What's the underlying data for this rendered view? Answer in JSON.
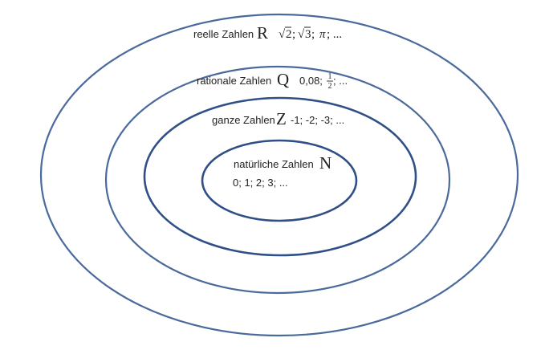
{
  "colors": {
    "outer_ring": "#4a6a9c",
    "inner_ring": "#2f4f86",
    "text": "#222222"
  },
  "sets": {
    "real": {
      "label": "reelle Zahlen",
      "symbol": "R",
      "examples": {
        "sqrt_symbol": "√",
        "sqrt2": "2",
        "sep1": ";",
        "sqrt3": "3",
        "sep2": ";",
        "pi": "π",
        "rest": "; ..."
      }
    },
    "rational": {
      "label": "rationale Zahlen",
      "symbol": "Q",
      "examples": {
        "decimal": "0,08;",
        "frac_num": "1",
        "frac_den": "2",
        "rest": "; ..."
      }
    },
    "integer": {
      "label": "ganze Zahlen",
      "symbol": "Z",
      "examples": "-1; -2; -3; ..."
    },
    "natural": {
      "label": "natürliche Zahlen",
      "symbol": "N",
      "examples": "0; 1; 2; 3; ..."
    }
  }
}
